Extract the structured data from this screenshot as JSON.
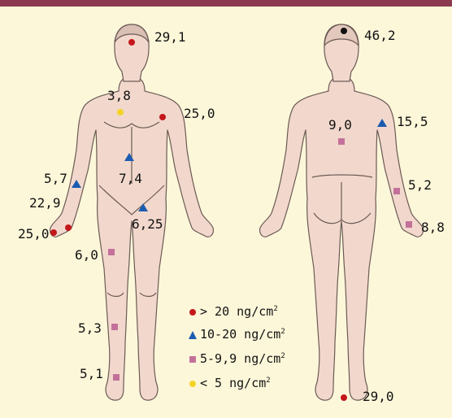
{
  "colors": {
    "header_bar": "#8b3a4f",
    "background": "#fdf7da",
    "skin": "#f2d8cc",
    "outline": "#6b5a55",
    "gt20": "#c4171b",
    "r10_20": "#1c5cb0",
    "r5_9": "#c3719a",
    "lt5": "#f3d326"
  },
  "front_values": {
    "head": "29,1",
    "chest": "3,8",
    "left_shoulder": "25,0",
    "abdomen": "7,4",
    "upper_arm": "5,7",
    "wrist": "22,9",
    "hand": "25,0",
    "groin": "6,25",
    "thigh": "6,0",
    "shin": "5,3",
    "ankle": "5,1"
  },
  "back_values": {
    "crown": "46,2",
    "back": "9,0",
    "upper_arm": "15,5",
    "forearm": "5,2",
    "hand": "8,8",
    "heel": "29,0"
  },
  "legend": {
    "gt20": {
      "text": "> 20 ng/cm",
      "sup": "2"
    },
    "r10_20": {
      "text": "10-20 ng/cm",
      "sup": "2"
    },
    "r5_9": {
      "text": "5-9,9 ng/cm",
      "sup": "2"
    },
    "lt5": {
      "text": "< 5 ng/cm",
      "sup": "2"
    }
  }
}
